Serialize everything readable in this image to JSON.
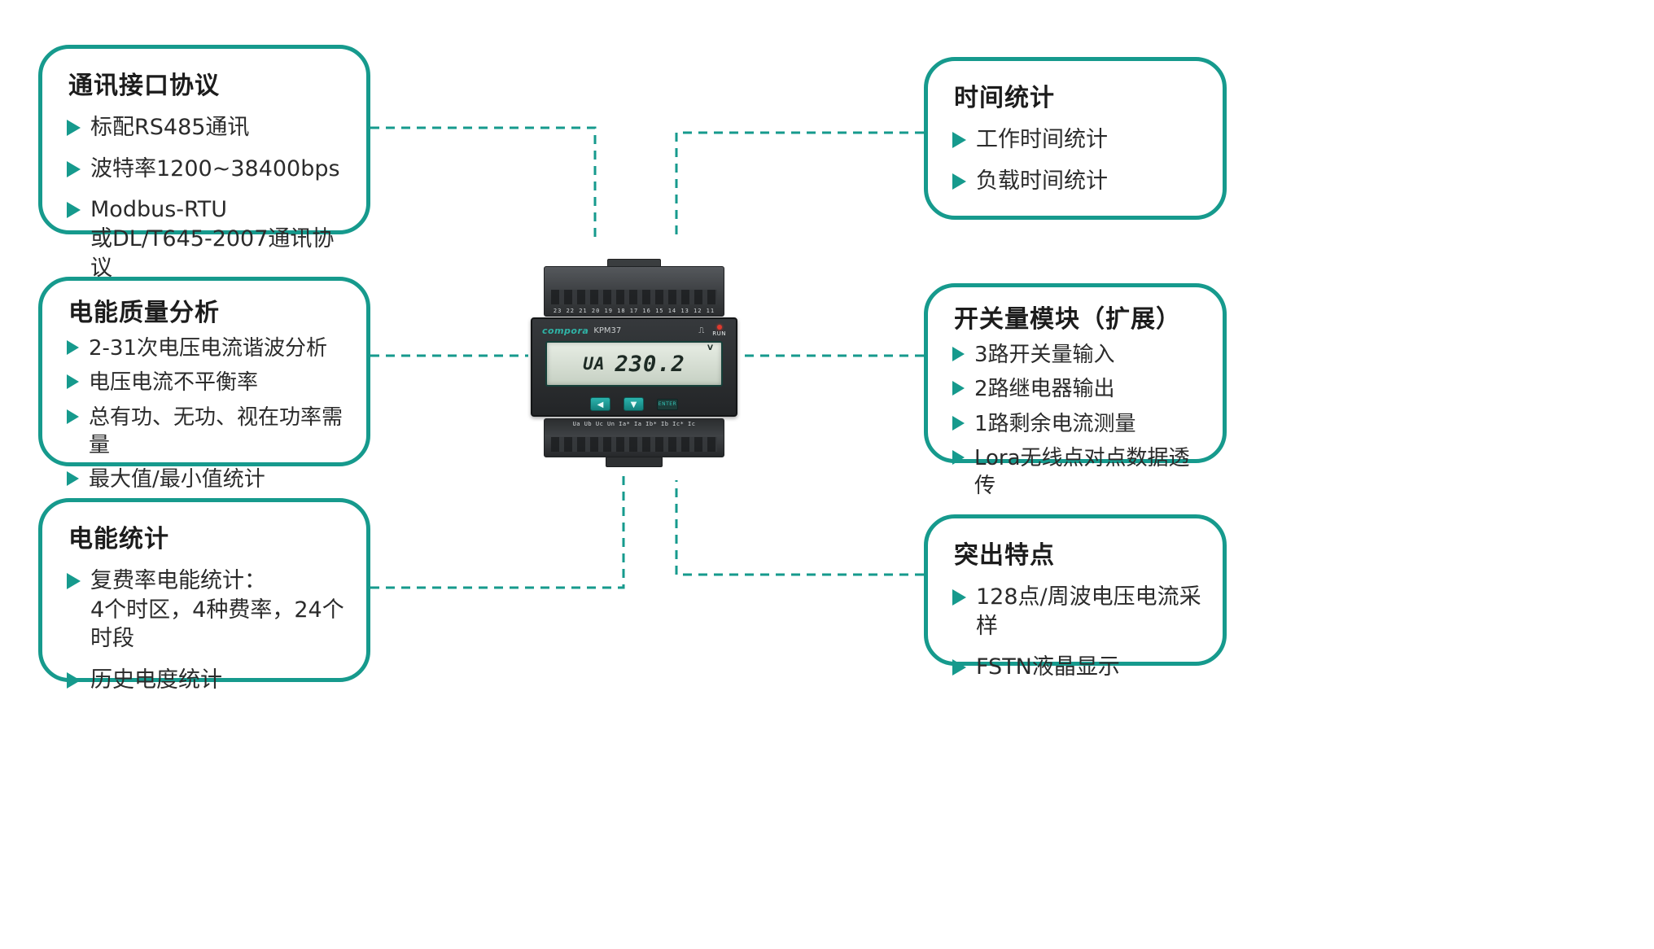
{
  "colors": {
    "accent": "#169a8d",
    "text": "#2b2b2b"
  },
  "ui": {
    "bullet_icon": "arrowhead-right"
  },
  "boxes": [
    {
      "id": "comm-protocol",
      "title": "通讯接口协议",
      "items": [
        "标配RS485通讯",
        "波特率1200~38400bps",
        "Modbus-RTU\n或DL/T645-2007通讯协议"
      ]
    },
    {
      "id": "power-quality",
      "title": "电能质量分析",
      "items": [
        "2-31次电压电流谐波分析",
        "电压电流不平衡率",
        "总有功、无功、视在功率需量",
        "最大值/最小值统计"
      ]
    },
    {
      "id": "energy-statistics",
      "title": "电能统计",
      "items": [
        "复费率电能统计：\n4个时区，4种费率，24个时段",
        "历史电度统计"
      ]
    },
    {
      "id": "time-statistics",
      "title": "时间统计",
      "items": [
        "工作时间统计",
        "负载时间统计"
      ]
    },
    {
      "id": "switch-module",
      "title": "开关量模块（扩展）",
      "items": [
        "3路开关量输入",
        "2路继电器输出",
        "1路剩余电流测量",
        "Lora无线点对点数据透传"
      ]
    },
    {
      "id": "highlights",
      "title": "突出特点",
      "items": [
        "128点/周波电压电流采样",
        "FSTN液晶显示"
      ]
    }
  ],
  "device": {
    "brand": "compora",
    "model": "KPM37",
    "run_label": "RUN",
    "lcd_label": "UA",
    "lcd_value": "230.2",
    "lcd_unit": "V",
    "enter_label": "ENTER",
    "top_terminals": "23 22 21 20 19 18 17 16 15 14 13 12 11",
    "bottom_terminals": "Ua Ub Uc Un Ia* Ia Ib* Ib Ic* Ic"
  }
}
